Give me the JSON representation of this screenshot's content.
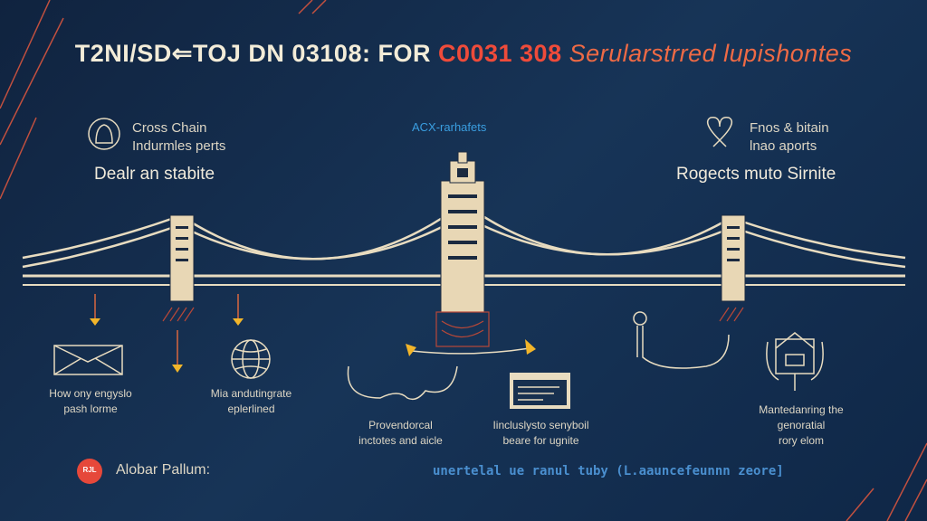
{
  "title": {
    "part1": "T2NI/SD⇐TOJ DN 03108: FOR",
    "part2": "C0031 308",
    "part3": "Serularstrred lupishontes"
  },
  "left_block": {
    "line1": "Cross Chain",
    "line2": "Indurmles perts",
    "subtitle": "Dealr an stabite"
  },
  "center_label": "ACX-rarhafets",
  "right_block": {
    "line1": "Fnos & bitain",
    "line2": "lnao aports",
    "subtitle": "Rogects muto Sirnite"
  },
  "captions": {
    "envelope": [
      "How ony engyslo",
      "pash lorme"
    ],
    "globe": [
      "Mia andutingrate",
      "eplerlined"
    ],
    "signature": [
      "Provendorcal",
      "inctotes and aicle"
    ],
    "document": [
      "Iincluslysto senyboil",
      "beare for ugnite"
    ],
    "house": [
      "Mantedanring the",
      "genoratial",
      "rory elom"
    ]
  },
  "brand": {
    "badge": "RJL",
    "name": "Alobar Pallum:"
  },
  "footer_text": "unertelal ue ranul tuby (L.aauncefeunnn zeore]",
  "colors": {
    "accent_red": "#ef4b3a",
    "accent_yellow": "#f2b52a",
    "line": "#e8dcc0",
    "background": "#143055"
  }
}
